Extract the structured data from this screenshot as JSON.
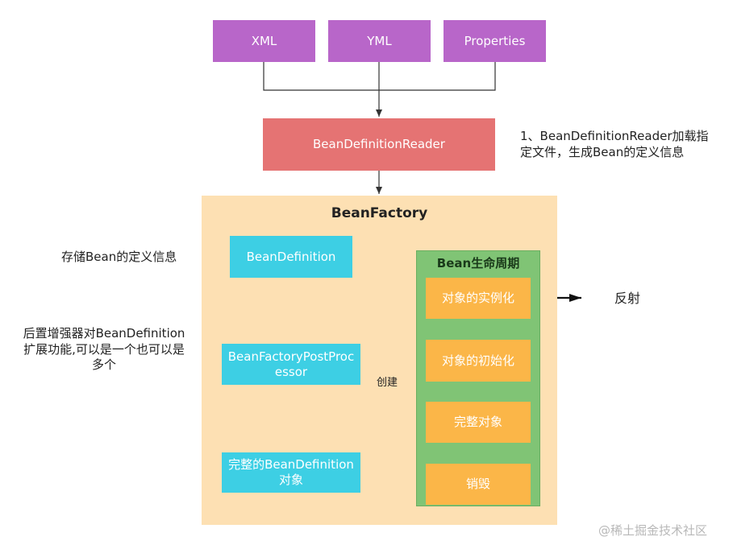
{
  "sources": [
    "XML",
    "YML",
    "Properties"
  ],
  "reader": "BeanDefinitionReader",
  "reader_note": "1、BeanDefinitionReader加载指定文件，生成Bean的定义信息",
  "factory": {
    "title": "BeanFactory",
    "bean_definition": "BeanDefinition",
    "post_processor": "BeanFactoryPostProcessor",
    "complete_definition": "完整的BeanDefinition对象",
    "create_label": "创建",
    "lifecycle": {
      "title": "Bean生命周期",
      "steps": [
        "对象的实例化",
        "对象的初始化",
        "完整对象",
        "销毁"
      ]
    }
  },
  "notes": {
    "store": "存储Bean的定义信息",
    "post_processor": "后置增强器对BeanDefinition扩展功能,可以是一个也可以是多个",
    "reflection": "反射"
  },
  "watermark": "@稀土掘金技术社区",
  "colors": {
    "source": "#b866c9",
    "reader": "#e57373",
    "factory": "#fde0b3",
    "cyan": "#3dcfe4",
    "lifecycle": "#80c475",
    "orange": "#fbb648"
  }
}
